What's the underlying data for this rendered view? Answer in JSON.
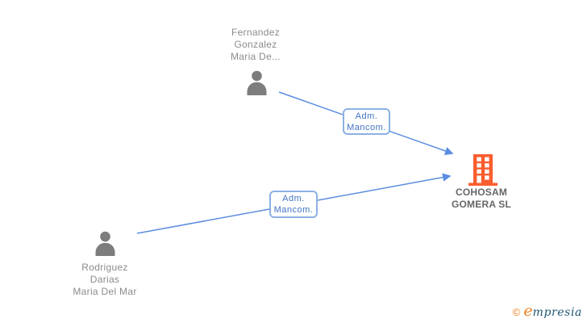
{
  "diagram": {
    "nodes": {
      "person_top": {
        "type": "person",
        "lines": [
          "Fernandez",
          "Gonzalez",
          "Maria De..."
        ]
      },
      "person_bottom": {
        "type": "person",
        "lines": [
          "Rodriguez",
          "Darias",
          "Maria Del Mar"
        ]
      },
      "company": {
        "type": "company",
        "lines": [
          "COHOSAM",
          "GOMERA SL"
        ]
      }
    },
    "edges": {
      "top": {
        "from": "person_top",
        "to": "company",
        "label_lines": [
          "Adm.",
          "Mancom."
        ]
      },
      "bottom": {
        "from": "person_bottom",
        "to": "company",
        "label_lines": [
          "Adm.",
          "Mancom."
        ]
      }
    }
  },
  "colors": {
    "edge": "#5b8de0",
    "edge_label_border": "#8cb1e4",
    "edge_label_text": "#4173c4",
    "person_icon": "#7d7d7d",
    "person_label": "#8b8b8b",
    "company_icon": "#fb5d2e",
    "company_label": "#666666",
    "logo_orange": "#f0811f",
    "logo_blue": "#1f5673"
  },
  "footer": {
    "copyright": "©",
    "brand_e": "e",
    "brand_rest": "mpresia"
  }
}
